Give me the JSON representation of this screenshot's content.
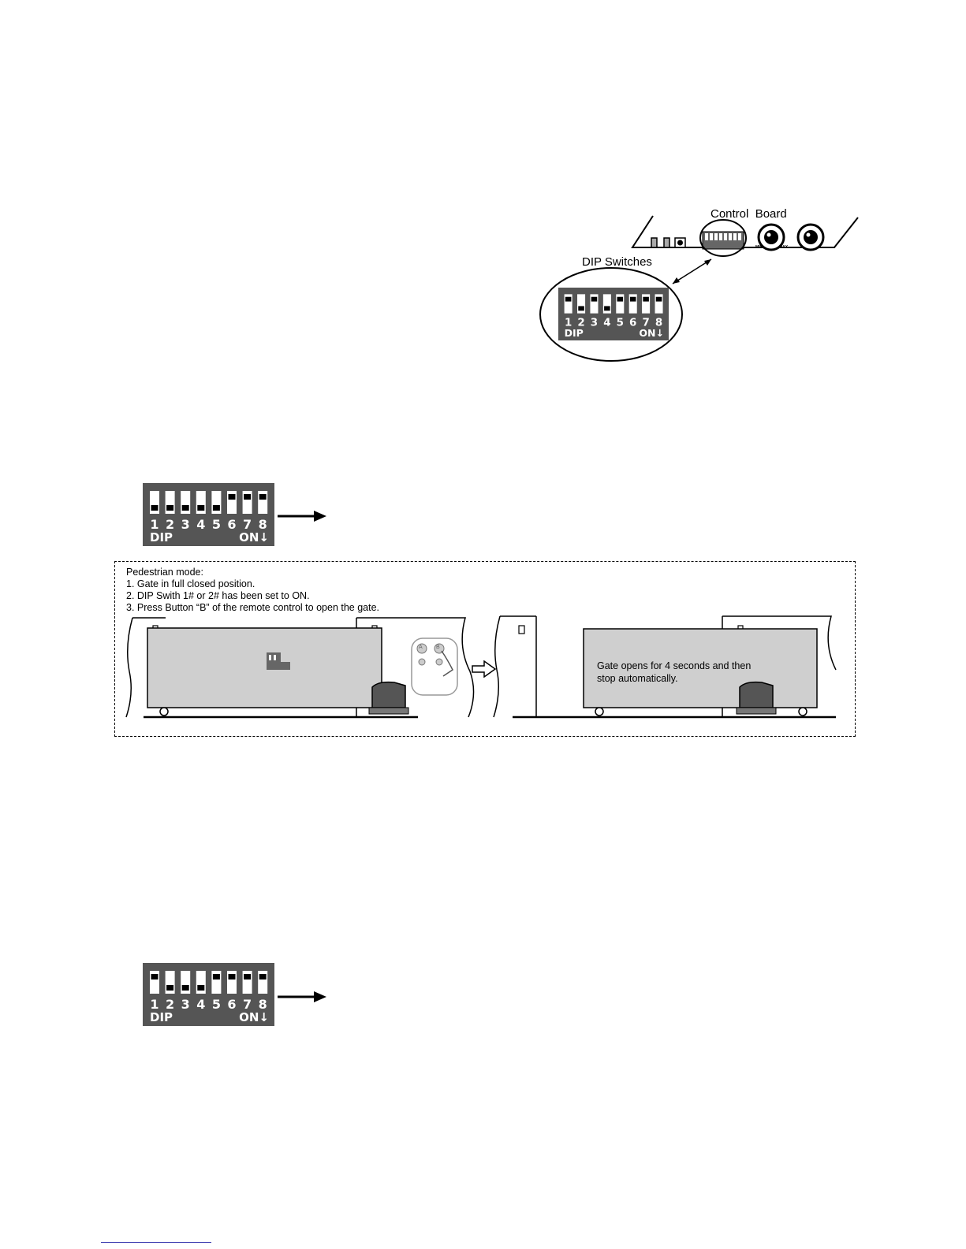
{
  "diagram_top": {
    "control_board_label": "Control  Board",
    "dip_switches_label": "DIP Switches",
    "min_label": "MIN",
    "max_label": "MAX"
  },
  "dip_common": {
    "numbers": [
      "1",
      "2",
      "3",
      "4",
      "5",
      "6",
      "7",
      "8"
    ],
    "dip_label": "DIP",
    "on_label": "ON↓"
  },
  "dip_top": {
    "on_positions": [
      false,
      true,
      false,
      true,
      false,
      false,
      false,
      false
    ]
  },
  "dip_mid": {
    "on_positions": [
      true,
      true,
      true,
      true,
      true,
      false,
      false,
      false
    ]
  },
  "dip_bottom": {
    "on_positions": [
      false,
      true,
      true,
      true,
      false,
      false,
      false,
      false
    ]
  },
  "pedestrian": {
    "title": "Pedestrian mode:",
    "steps": [
      "1. Gate in full closed position.",
      "2. DIP Swith 1# or 2# has been set to ON.",
      "3. Press Button “B” of the remote control to open the gate."
    ],
    "gate_message_line1": "Gate opens for 4 seconds and then",
    "gate_message_line2": "stop automatically.",
    "remote_button_a": "A",
    "remote_button_b": "B"
  },
  "colors": {
    "dip_background": "#555555",
    "gate_fill": "#cfcfcf",
    "footer_rule": "#2a2aa8"
  }
}
